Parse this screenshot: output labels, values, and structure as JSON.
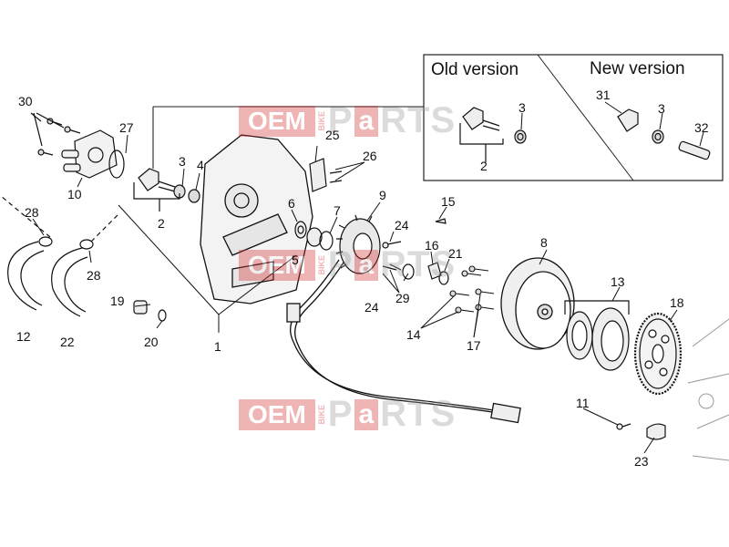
{
  "inset": {
    "old_title": "Old version",
    "new_title": "New version"
  },
  "watermark": {
    "oem": "OEM",
    "bike": "BIKE",
    "p": "P",
    "a": "a",
    "rts": "RTS"
  },
  "labels": {
    "l1": "1",
    "l2a": "2",
    "l2b": "2",
    "l3a": "3",
    "l3b": "3",
    "l3c": "3",
    "l4": "4",
    "l5": "5",
    "l6": "6",
    "l7": "7",
    "l8": "8",
    "l9": "9",
    "l10": "10",
    "l11": "11",
    "l12": "12",
    "l13": "13",
    "l14": "14",
    "l15": "15",
    "l16": "16",
    "l17": "17",
    "l18": "18",
    "l19": "19",
    "l20": "20",
    "l21": "21",
    "l22": "22",
    "l23": "23",
    "l24a": "24",
    "l24b": "24",
    "l25": "25",
    "l26": "26",
    "l27": "27",
    "l28a": "28",
    "l28b": "28",
    "l29": "29",
    "l30": "30",
    "l31": "31",
    "l32": "32"
  }
}
